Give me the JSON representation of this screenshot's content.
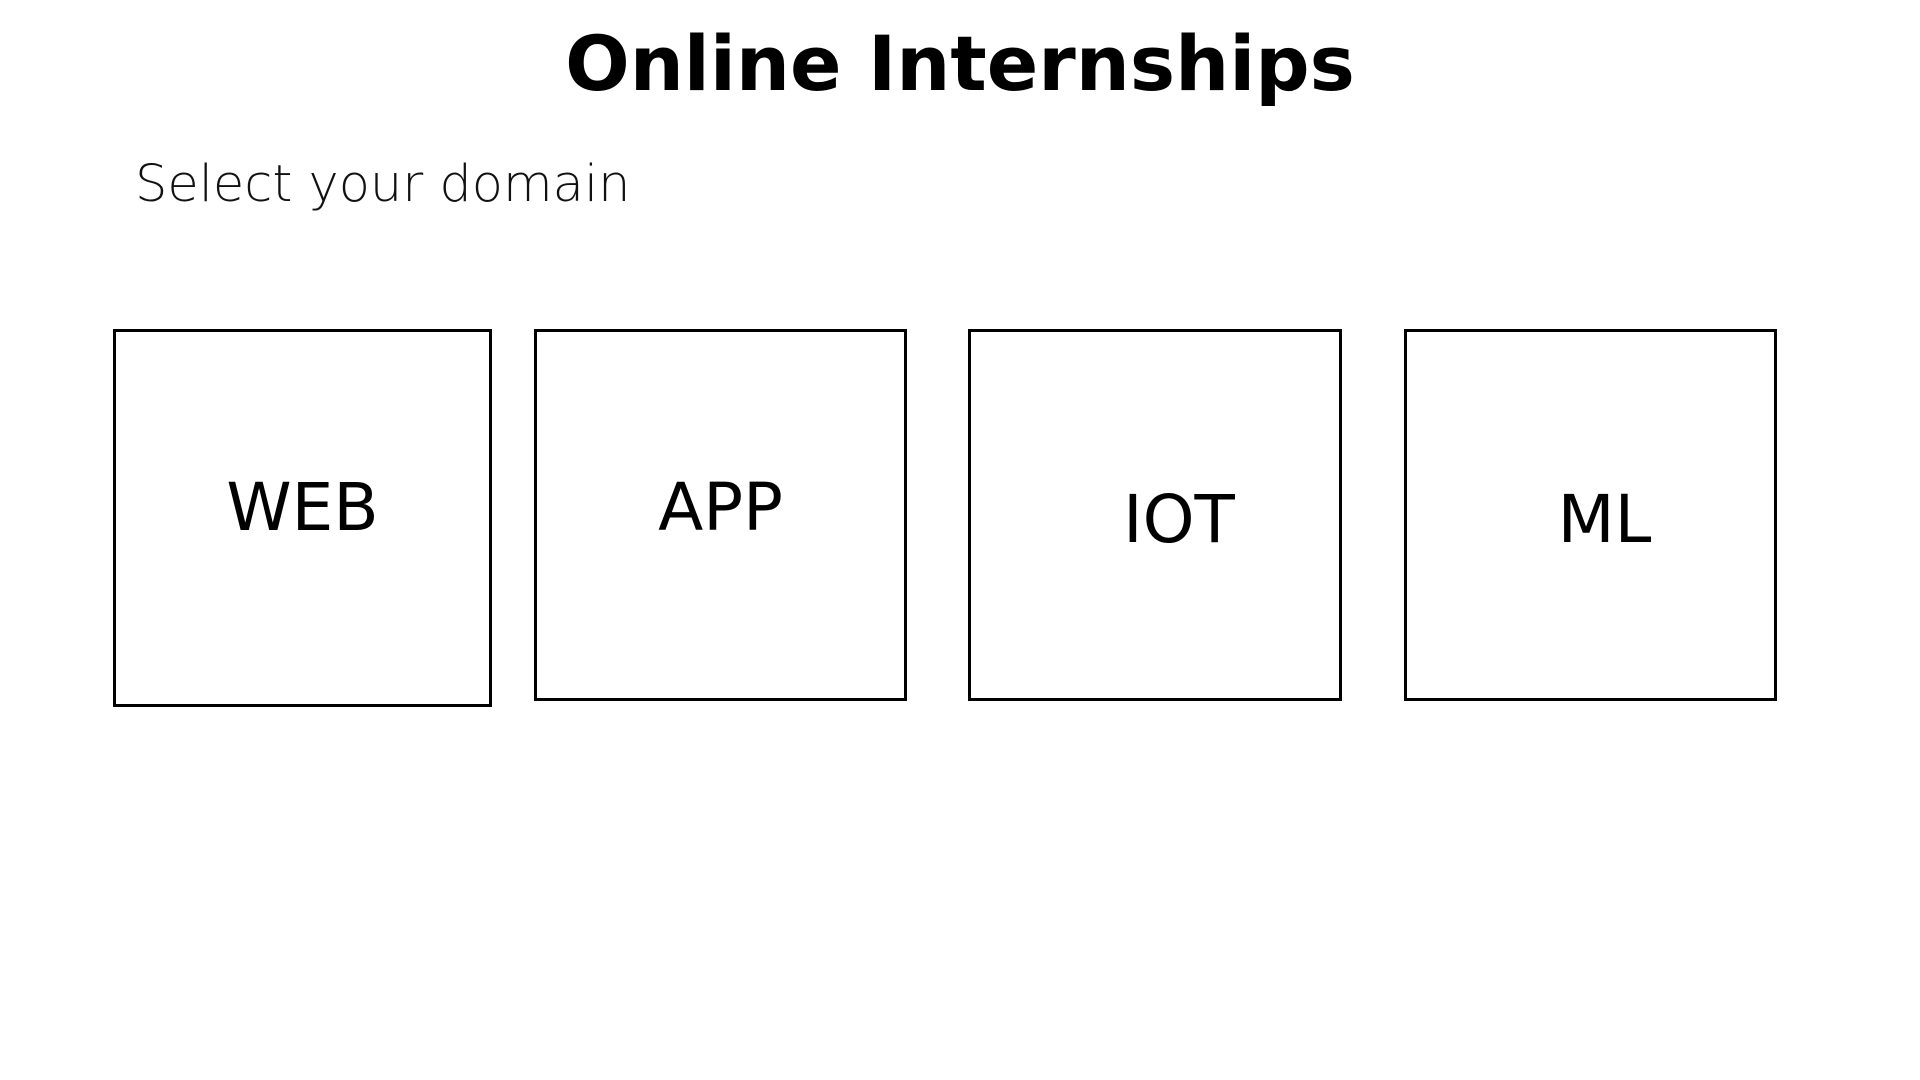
{
  "header": {
    "title": "Online Internships",
    "subtitle": "Select your domain"
  },
  "domains": [
    {
      "label": "WEB"
    },
    {
      "label": "APP"
    },
    {
      "label": "IOT"
    },
    {
      "label": "ML"
    }
  ],
  "colors": {
    "background": "#ffffff",
    "text": "#000000",
    "card_border": "#000000"
  }
}
